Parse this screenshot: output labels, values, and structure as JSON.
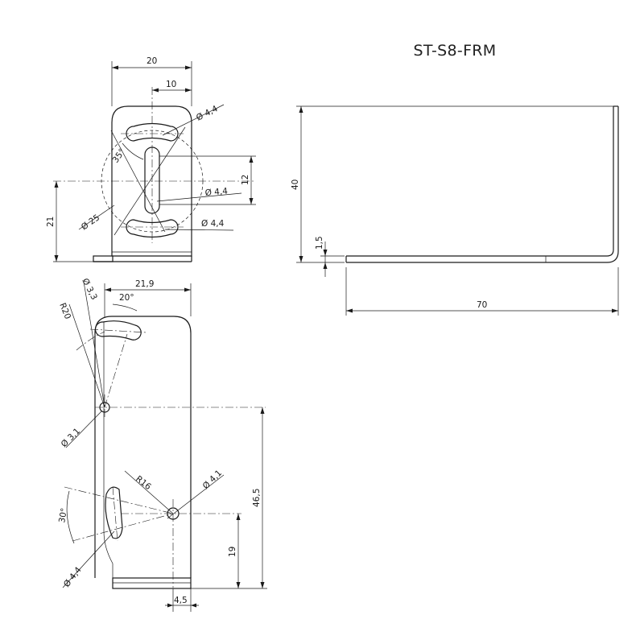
{
  "title": "ST-S8-FRM",
  "dims": {
    "top_width": "20",
    "top_half": "10",
    "top_hole_upper": "Ø 4,4",
    "top_hole_mid": "Ø 4,4",
    "top_hole_lower": "Ø 4,4",
    "top_angle": "35°",
    "top_circle": "Ø 25",
    "top_spacing": "12",
    "top_height": "21",
    "side_height": "40",
    "side_thickness": "1,5",
    "side_length": "70",
    "bottom_width": "21,9",
    "bottom_slot_upper": "Ø 3,3",
    "bottom_angle_upper": "20°",
    "bottom_radius_upper": "R20",
    "bottom_pivot_upper": "Ø 3,1",
    "bottom_radius_lower": "R16",
    "bottom_pivot_lower": "Ø 4,1",
    "bottom_angle_lower": "30°",
    "bottom_slot_lower": "Ø 4,4",
    "bottom_height_total": "46,5",
    "bottom_height_pivot": "19",
    "bottom_offset": "4,5"
  }
}
